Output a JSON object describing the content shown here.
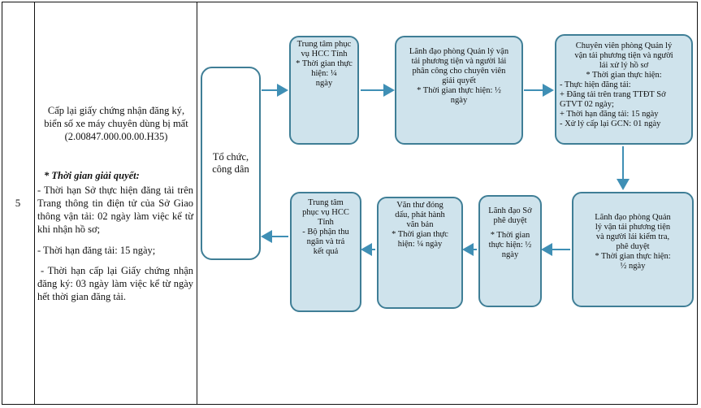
{
  "row": {
    "number": "5",
    "title_lines": [
      "Cấp lại giấy chứng nhận đăng ký,",
      "biển số xe máy chuyên dùng bị mất",
      "(2.00847.000.00.00.H35)"
    ],
    "time_heading": "* Thời gian giải quyết:",
    "time_item_1": "- Thời hạn Sở thực hiện đăng tải trên Trang thông tin điện tử của Sở Giao thông vận tải: 02 ngày làm việc kể từ khi nhận hồ sơ;",
    "time_item_2": "- Thời hạn đăng tải: 15 ngày;",
    "time_item_3": "- Thời hạn cấp lại Giấy chứng nhận đăng ký: 03 ngày làm việc kể từ ngày hết thời gian đăng tải."
  },
  "flow": {
    "citizen": [
      "Tổ chức,",
      "công dân"
    ],
    "step1": [
      "Trung tâm phục",
      "vụ HCC Tỉnh",
      "* Thời gian thực",
      "hiện: ¼",
      "ngày"
    ],
    "step2": [
      "Lãnh đạo phòng Quản lý vận",
      "tải phương tiện và người lái",
      "phân công cho chuyên viên",
      "giải quyết",
      "* Thời gian thực hiện: ½",
      "ngày"
    ],
    "step3_head": [
      "Chuyên viên phòng Quản lý",
      "vận tải phương tiện và người",
      "lái xử lý hồ sơ",
      "* Thời gian thực hiện:"
    ],
    "step3_body": [
      "- Thực hiện đăng tải:",
      "+ Đăng tải trên trang TTĐT Sở",
      "GTVT 02 ngày;",
      "+ Thời hạn đăng tải: 15 ngày",
      "- Xử lý cấp lại GCN: 01 ngày"
    ],
    "step4": [
      "Lãnh đạo phòng Quản",
      "lý vận tải phương tiện",
      "và người lái kiểm tra,",
      "phê duyệt",
      "* Thời gian thực hiện:",
      "½ ngày"
    ],
    "step5": [
      "Lãnh đạo Sở",
      "phê duyệt",
      "* Thời gian",
      "thực hiện: ½",
      "ngày"
    ],
    "step6": [
      "Văn thư đóng",
      "dấu, phát hành",
      "văn bản",
      "* Thời gian thực",
      "hiện: ¼   ngày"
    ],
    "step7": [
      "Trung tâm",
      "phục vụ HCC",
      "Tỉnh",
      "- Bộ phận thu",
      "ngân và trả",
      "kết quả"
    ]
  },
  "colors": {
    "box_fill": "#cfe3ec",
    "box_border": "#3f7e96",
    "arrow": "#3f8fb5"
  }
}
